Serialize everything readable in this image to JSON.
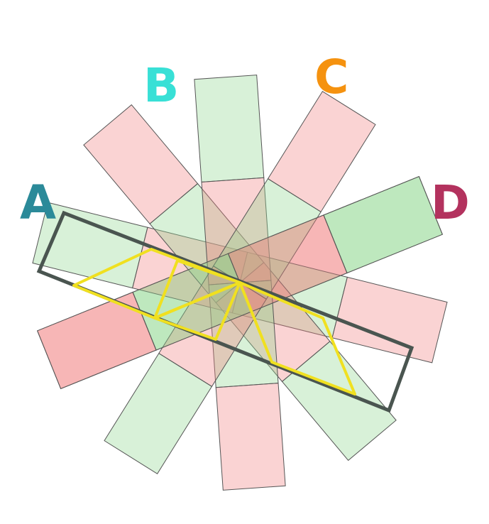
{
  "labels": {
    "A": {
      "text": "A",
      "color": "#2b8a99"
    },
    "B": {
      "text": "B",
      "color": "#38e0d6"
    },
    "C": {
      "text": "C",
      "color": "#f5920f"
    },
    "D": {
      "text": "D",
      "color": "#b3325e"
    }
  },
  "colors": {
    "red_fill": "#f08080",
    "green_fill": "#90d890",
    "tile_stroke": "#555555",
    "frame_stroke": "#4a5550",
    "highlight_stroke": "#f0e020"
  }
}
